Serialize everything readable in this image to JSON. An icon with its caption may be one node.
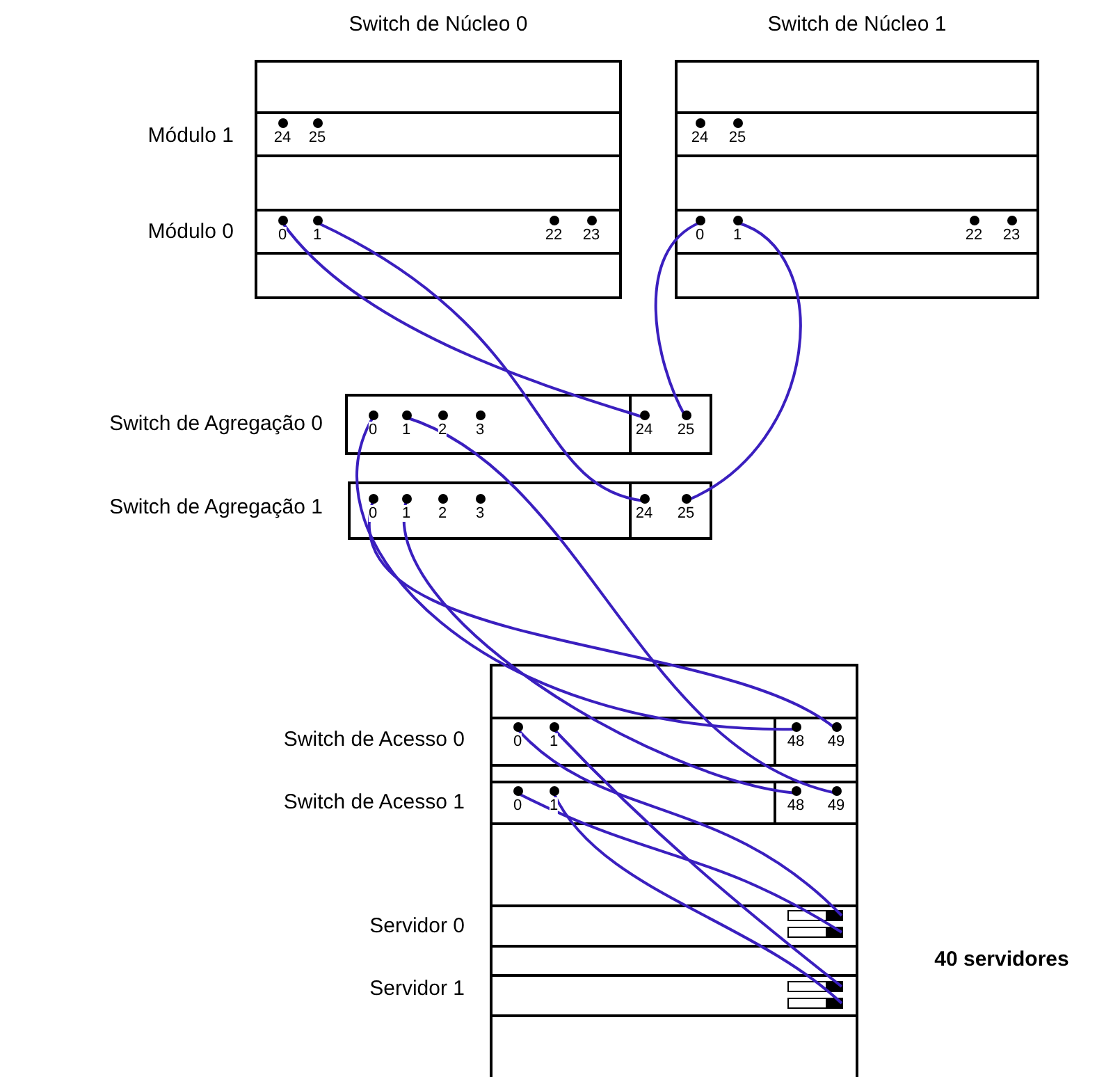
{
  "diagram": {
    "nodes": [
      {
        "text": [
          "Switch de Núcleo 0"
        ]
      },
      {
        "text": [
          "Módulo 1"
        ],
        "in": 0
      },
      {
        "text": [
          "24"
        ],
        "in": 1
      },
      {
        "text": [
          "25"
        ],
        "in": 1
      },
      {
        "text": [
          "Módulo 0"
        ],
        "in": 0
      },
      {
        "text": [
          "0"
        ],
        "in": 4
      },
      {
        "text": [
          "1"
        ],
        "in": 4
      },
      {
        "text": [
          "22"
        ],
        "in": 4
      },
      {
        "text": [
          "23"
        ],
        "in": 4
      },
      {
        "text": [
          "Switch de Núcleo 1"
        ]
      },
      {
        "text": [],
        "shape": "bar",
        "in": 9
      },
      {
        "text": [
          "24"
        ],
        "in": 10
      },
      {
        "text": [
          "25"
        ],
        "in": 10
      },
      {
        "text": [],
        "shape": "bar",
        "in": 9
      },
      {
        "text": [
          "0"
        ],
        "in": 13
      },
      {
        "text": [
          "1"
        ],
        "in": 13
      },
      {
        "text": [
          "22"
        ],
        "in": 13
      },
      {
        "text": [
          "23"
        ],
        "in": 13
      },
      {
        "text": [
          "Switch de Agregação 0"
        ]
      },
      {
        "text": [
          "0"
        ],
        "in": 18
      },
      {
        "text": [
          "1"
        ],
        "in": 18
      },
      {
        "text": [
          "2"
        ],
        "in": 18
      },
      {
        "text": [
          "3"
        ],
        "in": 18
      },
      {
        "text": [
          "24"
        ],
        "in": 18
      },
      {
        "text": [
          "25"
        ],
        "in": 18
      },
      {
        "text": [
          "Switch de Agregação 1"
        ]
      },
      {
        "text": [
          "0"
        ],
        "in": 25
      },
      {
        "text": [
          "1"
        ],
        "in": 25
      },
      {
        "text": [
          "2"
        ],
        "in": 25
      },
      {
        "text": [
          "3"
        ],
        "in": 25
      },
      {
        "text": [
          "24"
        ],
        "in": 25
      },
      {
        "text": [
          "25"
        ],
        "in": 25
      },
      {
        "text": [],
        "shape": "box"
      },
      {
        "text": [
          "Switch de Acesso 0"
        ],
        "in": 32
      },
      {
        "text": [
          "0"
        ],
        "in": 33
      },
      {
        "text": [
          "1"
        ],
        "in": 33
      },
      {
        "text": [
          "48"
        ],
        "in": 33
      },
      {
        "text": [
          "49"
        ],
        "in": 33
      },
      {
        "text": [
          "Switch de Acesso 1"
        ],
        "in": 32
      },
      {
        "text": [
          "0"
        ],
        "in": 38
      },
      {
        "text": [
          "1"
        ],
        "in": 38
      },
      {
        "text": [
          "48"
        ],
        "in": 38
      },
      {
        "text": [
          "49"
        ],
        "in": 38
      },
      {
        "text": [
          "Servidor 0"
        ],
        "in": 32
      },
      {
        "text": [],
        "shape": "bar",
        "in": 43
      },
      {
        "text": [],
        "shape": "bar",
        "in": 43
      },
      {
        "text": [
          "Servidor 1"
        ],
        "in": 32
      },
      {
        "text": [],
        "shape": "bar",
        "in": 46
      },
      {
        "text": [],
        "shape": "bar",
        "in": 46
      }
    ],
    "edges": [
      {
        "from": 5,
        "to": 23,
        "arrow": "none"
      },
      {
        "from": 6,
        "to": 30,
        "arrow": "none"
      },
      {
        "from": 14,
        "to": 24,
        "arrow": "none"
      },
      {
        "from": 15,
        "to": 31,
        "arrow": "none"
      },
      {
        "from": 19,
        "to": 36,
        "arrow": "none"
      },
      {
        "from": 26,
        "to": 37,
        "arrow": "none"
      },
      {
        "from": 27,
        "to": 41,
        "arrow": "none"
      },
      {
        "from": 20,
        "to": 42,
        "arrow": "none"
      },
      {
        "from": 34,
        "to": 44,
        "arrow": "none"
      },
      {
        "from": 39,
        "to": 45,
        "arrow": "none"
      },
      {
        "from": 35,
        "to": 47,
        "arrow": "none"
      },
      {
        "from": 40,
        "to": 48,
        "arrow": "none"
      }
    ],
    "labels": [
      "40 servidores"
    ]
  }
}
